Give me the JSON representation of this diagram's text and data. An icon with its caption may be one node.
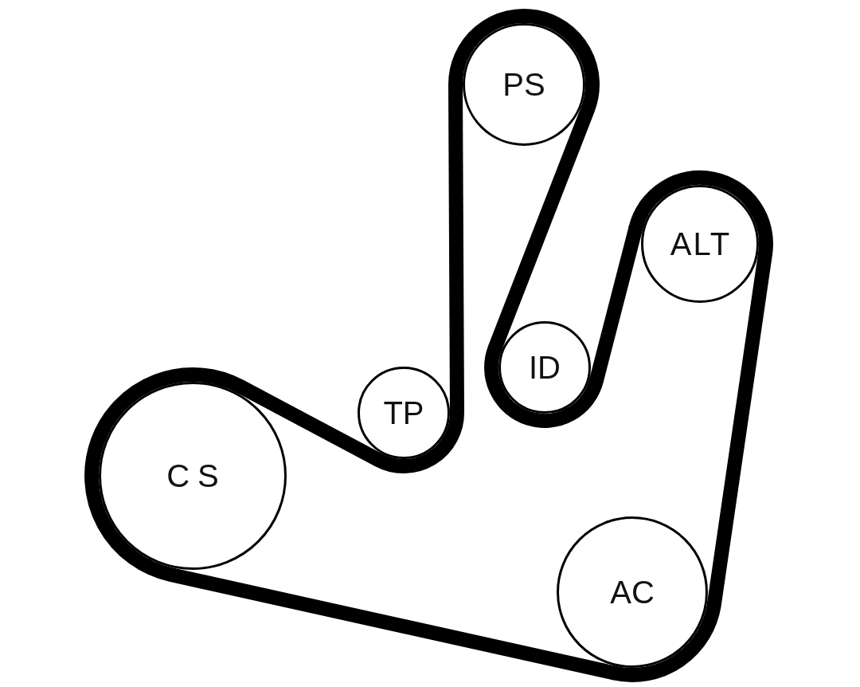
{
  "diagram": {
    "nodes": [
      {
        "text": [
          "PS"
        ]
      },
      {
        "text": [
          "ALT"
        ]
      },
      {
        "text": [
          "ID"
        ]
      },
      {
        "text": [
          "TP"
        ]
      },
      {
        "text": [
          "CS"
        ]
      },
      {
        "text": [
          "AC"
        ]
      }
    ],
    "edges": [
      {
        "from": 4,
        "to": 3,
        "arrow": "none"
      },
      {
        "from": 3,
        "to": 0,
        "arrow": "none"
      },
      {
        "from": 0,
        "to": 2,
        "arrow": "none"
      },
      {
        "from": 2,
        "to": 1,
        "arrow": "none"
      },
      {
        "from": 1,
        "to": 5,
        "arrow": "none"
      },
      {
        "from": 5,
        "to": 4,
        "arrow": "none"
      }
    ]
  }
}
